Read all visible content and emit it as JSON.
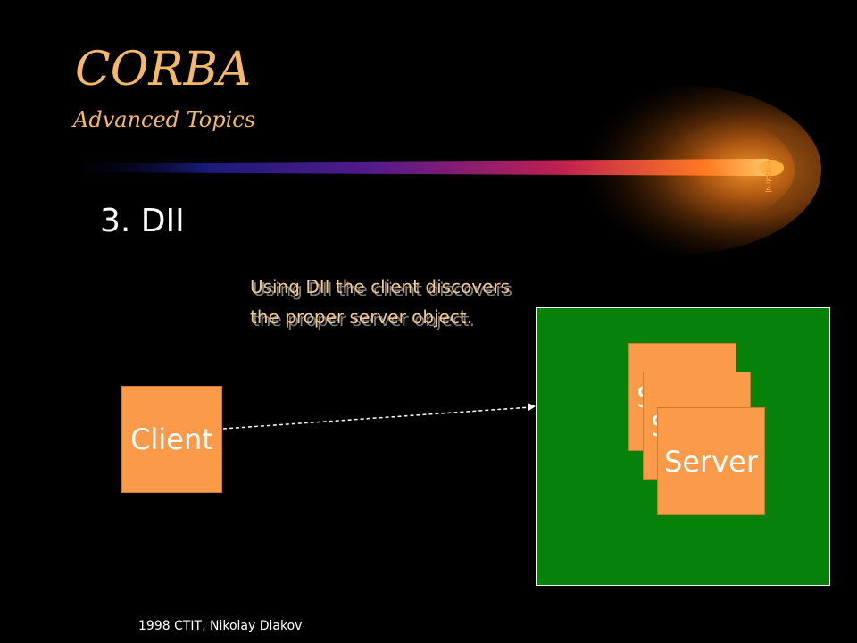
{
  "slide": {
    "title": "CORBA",
    "subtitle": "Advanced Topics",
    "page_number_digits": [
      "1",
      "0",
      "2"
    ],
    "heading": "3. DII",
    "note_lines": [
      "Using DII the client discovers",
      "the proper server object."
    ],
    "client_label": "Client",
    "server_labels": [
      "S",
      "S",
      "Server"
    ],
    "footer": "1998 CTIT, Nikolay Diakov"
  },
  "colors": {
    "background": "#000000",
    "title": "#f5b86a",
    "box_orange": "#fb9a48",
    "server_area_green": "#06820a",
    "page_number": "#ff9a2e"
  }
}
